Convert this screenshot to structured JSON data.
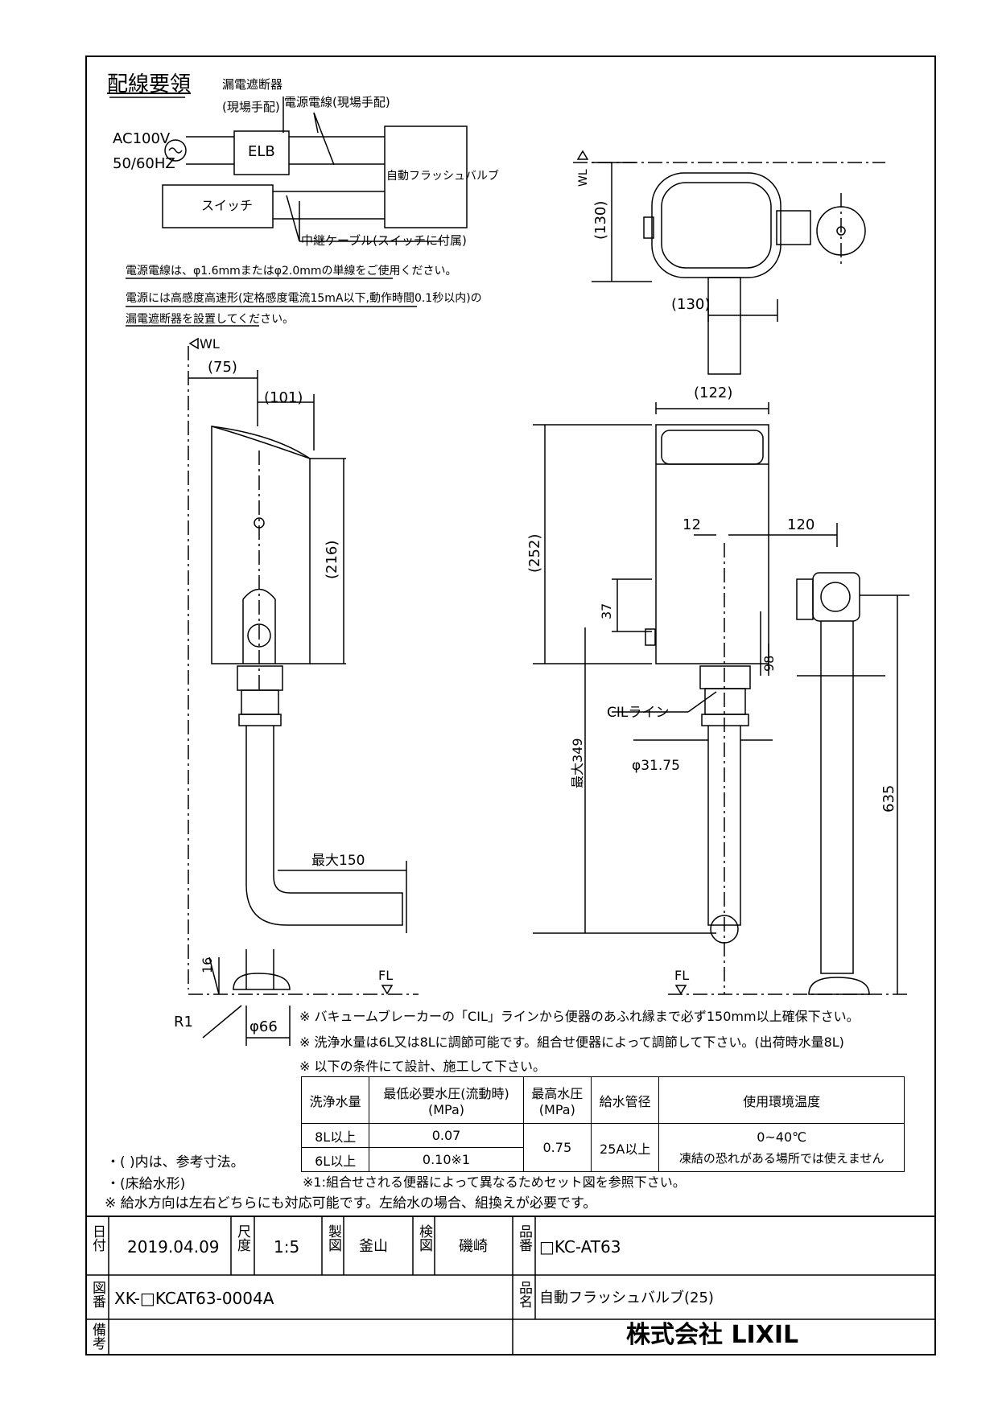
{
  "wiring": {
    "title": "配線要領",
    "elb_label": "漏電遮断器",
    "elb_note": "(現場手配)",
    "power_cable_label": "電源電線(現場手配)",
    "ac_voltage": "AC100V",
    "frequency": "50/60HZ",
    "elb_box": "ELB",
    "valve_box": "自動フラッシュバルブ",
    "switch_box": "スイッチ",
    "relay_cable": "中継ケーブル(スイッチに付属)",
    "note1": "電源電線は、φ1.6mmまたはφ2.0mmの単線をご使用ください。",
    "note2": "電源には高感度高速形(定格感度電流15mA以下,動作時間0.1秒以内)の",
    "note3": "漏電遮断器を設置してください。"
  },
  "dims": {
    "wl_top": "WL",
    "d130_vert": "(130)",
    "d130_horiz": "(130)",
    "wl_side": "WL",
    "d75": "(75)",
    "d101": "(101)",
    "d216": "(216)",
    "d16": "16",
    "max150_side": "最大150",
    "fl_side": "FL",
    "r1": "R1",
    "d66": "φ66",
    "d122": "(122)",
    "d12": "12",
    "d120": "120",
    "d252": "(252)",
    "d37": "37",
    "d98": "98",
    "cil": "CILライン",
    "d3175": "φ31.75",
    "max349": "最大349",
    "d635": "635",
    "fl_front": "FL"
  },
  "notes": {
    "n1": "※ バキュームブレーカーの「CIL」ラインから便器のあふれ縁まで必ず150mm以上確保下さい。",
    "n2": "※ 洗浄水量は6L又は8Lに調節可能です。組合せ便器によって調節して下さい。(出荷時水量8L)",
    "n3": "※ 以下の条件にて設計、施工して下さい。",
    "footnote": "※1:組合せされる便器によって異なるためセット図を参照下さい。",
    "left1": "・( )内は、参考寸法。",
    "left2": "・(床給水形)",
    "bottom": "※ 給水方向は左右どちらにも対応可能です。左給水の場合、組換えが必要です。"
  },
  "spec_table": {
    "headers": [
      "洗浄水量",
      "最低必要水圧(流動時)",
      "(MPa)",
      "最高水圧",
      "(MPa)",
      "給水管径",
      "使用環境温度"
    ],
    "row1": [
      "8L以上",
      "0.07"
    ],
    "row2": [
      "6L以上",
      "0.10※1"
    ],
    "max_pressure": "0.75",
    "pipe": "25A以上",
    "temp": "0~40℃",
    "temp_note": "凍結の恐れがある場所では使えません"
  },
  "title_block": {
    "date_label": "日付",
    "date": "2019.04.09",
    "scale_label": "尺度",
    "scale": "1:5",
    "drawn_label": "製図",
    "drawn": "釜山",
    "checked_label": "検図",
    "checked": "磯崎",
    "part_no_label": "品番",
    "part_no": "□KC-AT63",
    "drawing_no_label": "図番",
    "drawing_no": "XK-□KCAT63-0004A",
    "name_label": "品名",
    "name": "自動フラッシュバルブ(25)",
    "remarks_label": "備考",
    "company": "株式会社 LIXIL"
  }
}
